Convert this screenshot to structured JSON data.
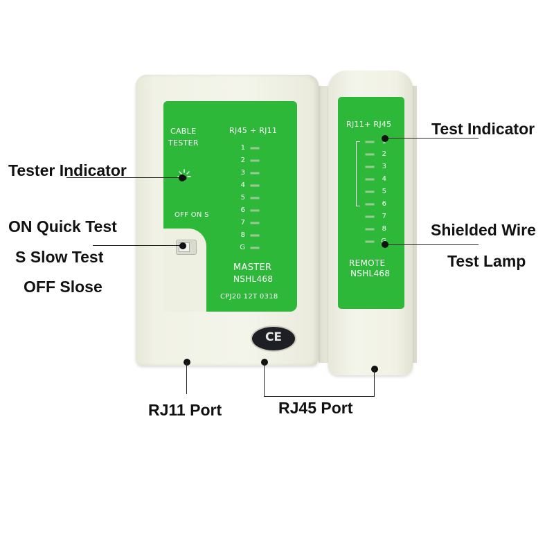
{
  "master": {
    "title_line1": "CABLE",
    "title_line2": "TESTER",
    "connector_label": "RJ45 + RJ11",
    "switch_label": "OFF ON  S",
    "pins": [
      "1",
      "2",
      "3",
      "4",
      "5",
      "6",
      "7",
      "8",
      "G"
    ],
    "model_line1": "MASTER",
    "model_line2": "NSHL468",
    "serial": "CPJ20 12T 0318"
  },
  "remote": {
    "connector_label": "RJ11+ RJ45",
    "pins": [
      "1",
      "2",
      "3",
      "4",
      "5",
      "6",
      "7",
      "8",
      "G"
    ],
    "model_line1": "REMOTE",
    "model_line2": "NSHL468"
  },
  "badge": {
    "text": "CE"
  },
  "callouts": {
    "tester_indicator": "Tester Indicator",
    "quick_test": "ON Quick Test",
    "slow_test": "S   Slow Test",
    "slose": "OFF  Slose",
    "test_indicator": "Test Indicator",
    "shielded_wire_1": "Shielded Wire",
    "shielded_wire_2": "Test Lamp",
    "rj11_port": "RJ11 Port",
    "rj45_port": "RJ45 Port"
  },
  "colors": {
    "panel_green": "#2db83a",
    "housing": "#f1f2e6",
    "led_off": "#8fd08f"
  }
}
